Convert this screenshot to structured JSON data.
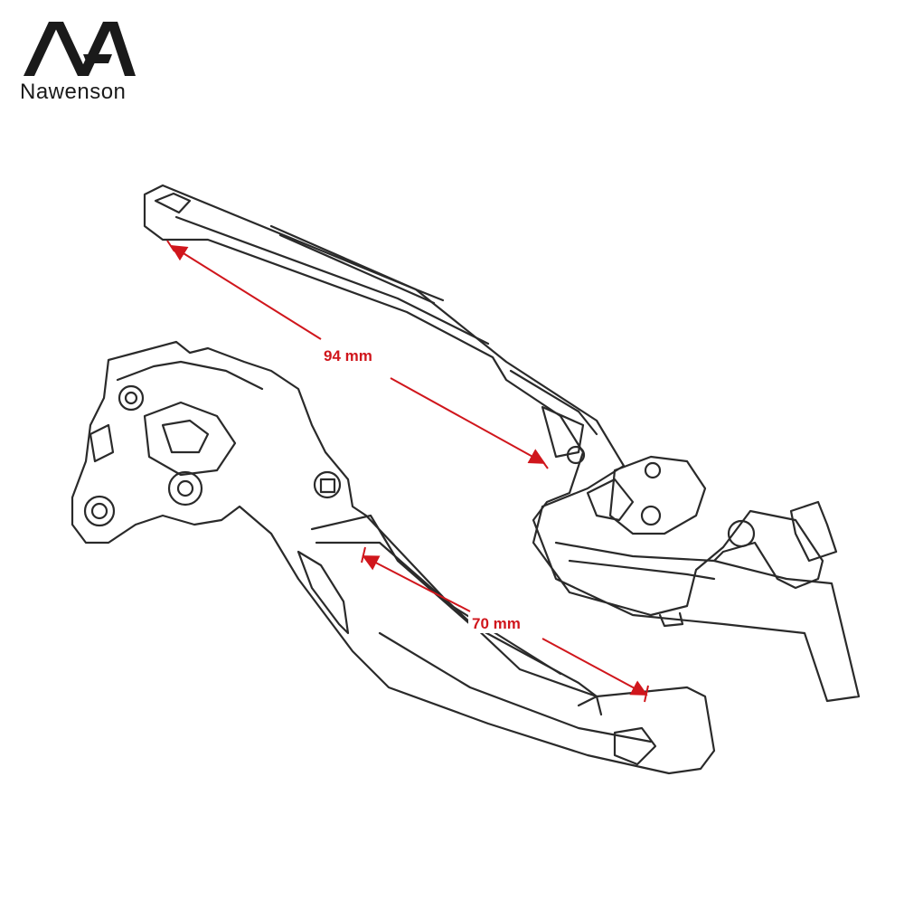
{
  "brand": {
    "name": "Nawenson",
    "logo_icon": "nawenson-logo-icon"
  },
  "dimensions": [
    {
      "label": "94 mm",
      "description_icon": "dimension-arrow-icon"
    },
    {
      "label": "70 mm",
      "description_icon": "dimension-arrow-icon"
    }
  ],
  "colors": {
    "dimension": "#d0161c",
    "outline": "#2a2a2a",
    "logo": "#1a1a1a"
  }
}
